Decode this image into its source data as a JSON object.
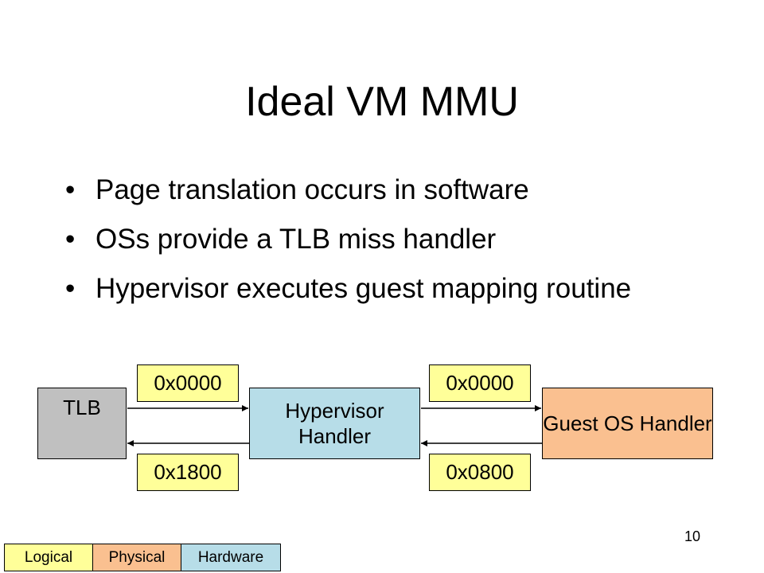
{
  "slide": {
    "title": "Ideal VM MMU",
    "bullets": [
      "Page translation occurs in software",
      "OSs provide a TLB miss handler",
      "Hypervisor executes guest mapping routine"
    ],
    "page_number": "10"
  },
  "diagram": {
    "nodes": {
      "tlb": "TLB",
      "hypervisor": "Hypervisor Handler",
      "guest": "Guest OS Handler"
    },
    "addresses": {
      "tlb_to_hypervisor": "0x0000",
      "hypervisor_to_guest": "0x0000",
      "hypervisor_to_tlb": "0x1800",
      "guest_to_hypervisor": "0x0800"
    }
  },
  "legend": [
    {
      "label": "Logical",
      "color": "#ffff99"
    },
    {
      "label": "Physical",
      "color": "#fac090"
    },
    {
      "label": "Hardware",
      "color": "#b7dde8"
    }
  ]
}
